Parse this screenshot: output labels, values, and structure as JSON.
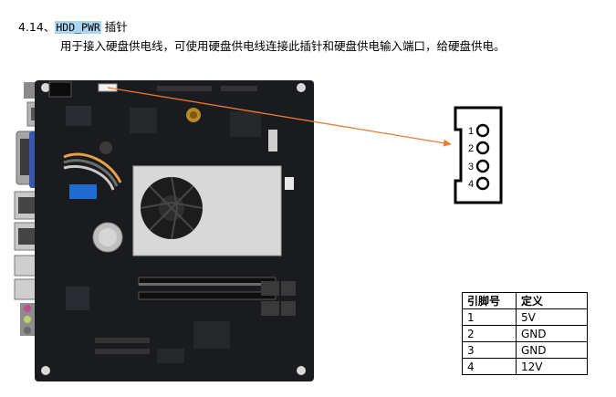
{
  "heading": {
    "number": "4.14、",
    "highlight": "HDD_PWR",
    "suffix": " 插针"
  },
  "description": "用于接入硬盘供电线，可使用硬盘供电线连接此插针和硬盘供电输入端口，给硬盘供电。",
  "connector": {
    "pins": [
      "1",
      "2",
      "3",
      "4"
    ]
  },
  "table": {
    "headers": [
      "引脚号",
      "定义"
    ],
    "rows": [
      {
        "pin": "1",
        "def": "5V"
      },
      {
        "pin": "2",
        "def": "GND"
      },
      {
        "pin": "3",
        "def": "GND"
      },
      {
        "pin": "4",
        "def": "12V"
      }
    ]
  },
  "colors": {
    "arrow": "#ee7a30",
    "highlight": "#a9d4f2",
    "pcb": "#1a1b1e"
  }
}
